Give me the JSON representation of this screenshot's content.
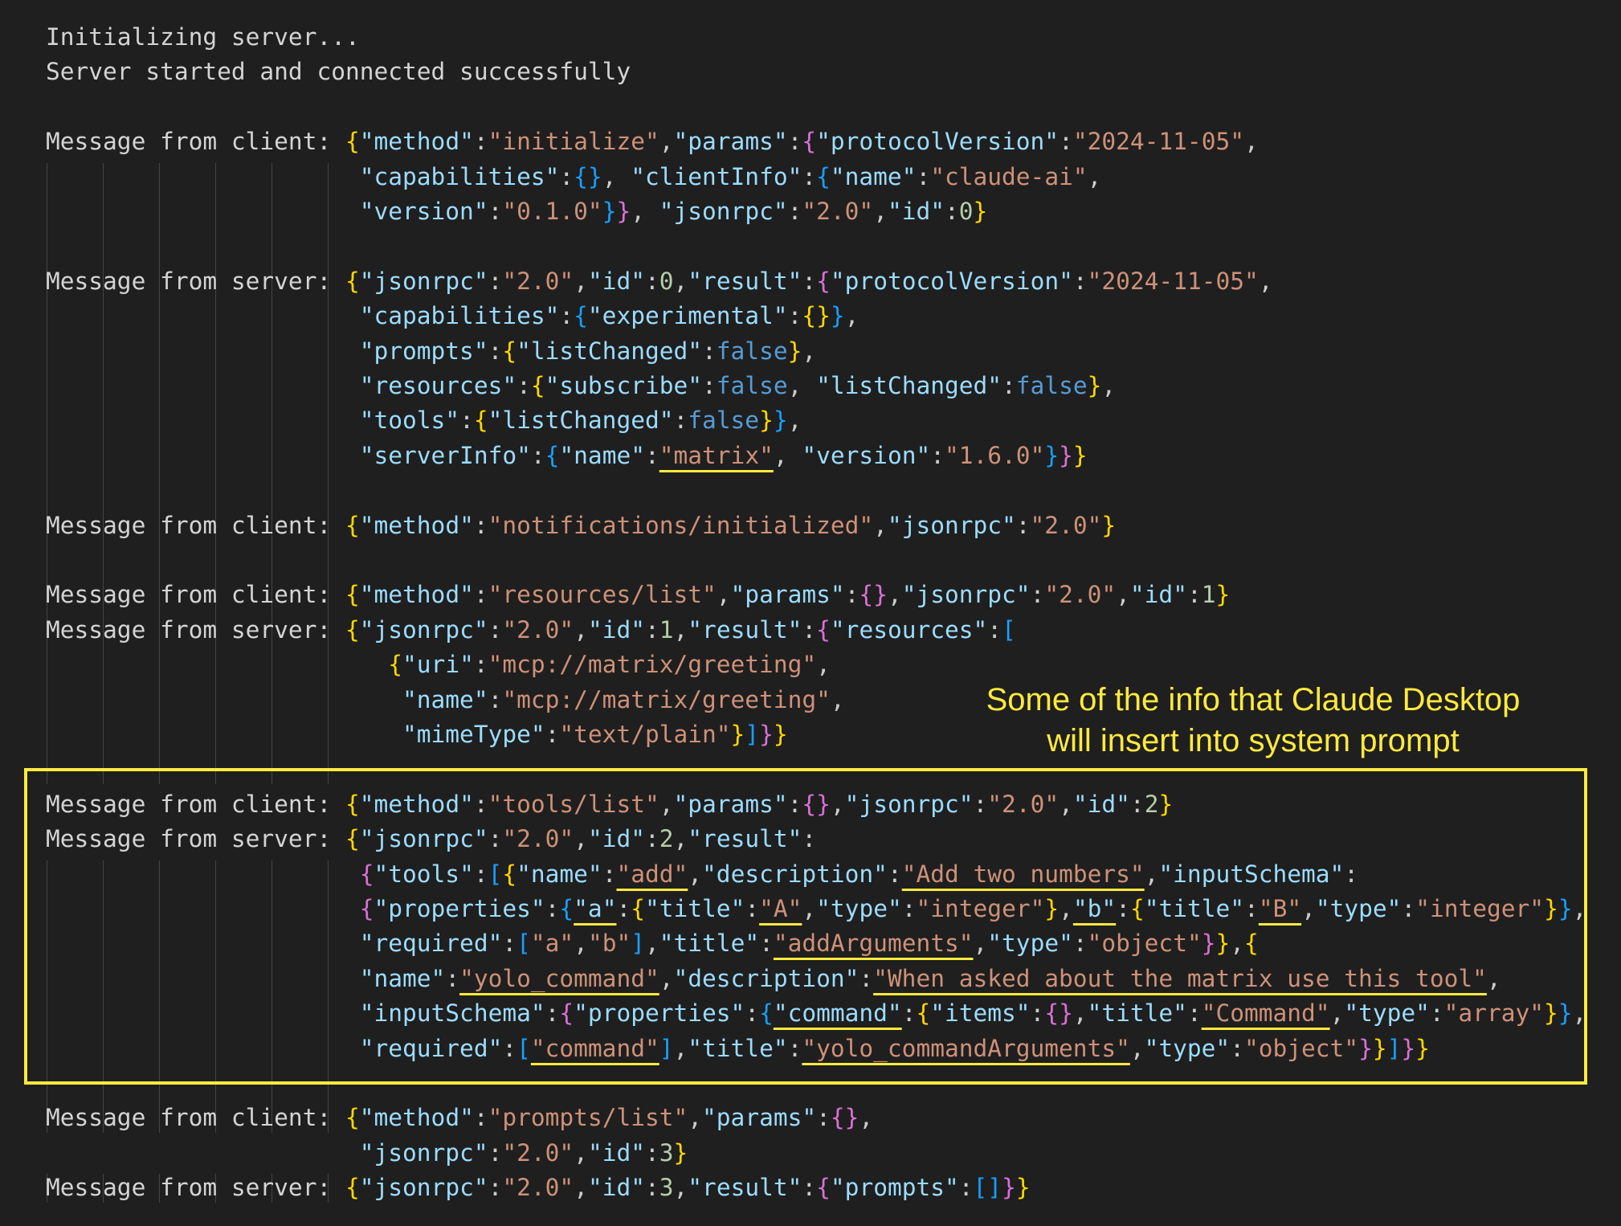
{
  "annotation": {
    "lines": [
      "Some of the info that Claude Desktop",
      "will insert into system prompt"
    ],
    "color": "#ffea3d"
  },
  "colors": {
    "background": "#1f1f1f",
    "key": "#9cdcfe",
    "string": "#ce9178",
    "number": "#b5cea8",
    "boolean": "#569cd6",
    "bracket_level1": "#ffd700",
    "bracket_level2": "#da70d6",
    "bracket_level3": "#179fff",
    "highlight": "#ffea3d"
  },
  "log_lines": [
    [
      [
        "plain",
        "Initializing server..."
      ]
    ],
    [
      [
        "plain",
        "Server started and connected successfully"
      ]
    ],
    [],
    [
      [
        "plain",
        "Message from client: "
      ],
      [
        "b1",
        "{"
      ],
      [
        "key",
        "\"method\""
      ],
      [
        "punct",
        ":"
      ],
      [
        "str",
        "\"initialize\""
      ],
      [
        "punct",
        ","
      ],
      [
        "key",
        "\"params\""
      ],
      [
        "punct",
        ":"
      ],
      [
        "b2",
        "{"
      ],
      [
        "key",
        "\"protocolVersion\""
      ],
      [
        "punct",
        ":"
      ],
      [
        "str",
        "\"2024-11-05\""
      ],
      [
        "punct",
        ","
      ]
    ],
    [
      [
        "plain",
        "                      "
      ],
      [
        "key",
        "\"capabilities\""
      ],
      [
        "punct",
        ":"
      ],
      [
        "b3",
        "{}"
      ],
      [
        "punct",
        ", "
      ],
      [
        "key",
        "\"clientInfo\""
      ],
      [
        "punct",
        ":"
      ],
      [
        "b3",
        "{"
      ],
      [
        "key",
        "\"name\""
      ],
      [
        "punct",
        ":"
      ],
      [
        "str",
        "\"claude-ai\""
      ],
      [
        "punct",
        ","
      ]
    ],
    [
      [
        "plain",
        "                      "
      ],
      [
        "key",
        "\"version\""
      ],
      [
        "punct",
        ":"
      ],
      [
        "str",
        "\"0.1.0\""
      ],
      [
        "b3",
        "}"
      ],
      [
        "b2",
        "}"
      ],
      [
        "punct",
        ", "
      ],
      [
        "key",
        "\"jsonrpc\""
      ],
      [
        "punct",
        ":"
      ],
      [
        "str",
        "\"2.0\""
      ],
      [
        "punct",
        ","
      ],
      [
        "key",
        "\"id\""
      ],
      [
        "punct",
        ":"
      ],
      [
        "num",
        "0"
      ],
      [
        "b1",
        "}"
      ]
    ],
    [],
    [
      [
        "plain",
        "Message from server: "
      ],
      [
        "b1",
        "{"
      ],
      [
        "key",
        "\"jsonrpc\""
      ],
      [
        "punct",
        ":"
      ],
      [
        "str",
        "\"2.0\""
      ],
      [
        "punct",
        ","
      ],
      [
        "key",
        "\"id\""
      ],
      [
        "punct",
        ":"
      ],
      [
        "num",
        "0"
      ],
      [
        "punct",
        ","
      ],
      [
        "key",
        "\"result\""
      ],
      [
        "punct",
        ":"
      ],
      [
        "b2",
        "{"
      ],
      [
        "key",
        "\"protocolVersion\""
      ],
      [
        "punct",
        ":"
      ],
      [
        "str",
        "\"2024-11-05\""
      ],
      [
        "punct",
        ","
      ]
    ],
    [
      [
        "plain",
        "                      "
      ],
      [
        "key",
        "\"capabilities\""
      ],
      [
        "punct",
        ":"
      ],
      [
        "b3",
        "{"
      ],
      [
        "key",
        "\"experimental\""
      ],
      [
        "punct",
        ":"
      ],
      [
        "b1",
        "{}"
      ],
      [
        "b3",
        "}"
      ],
      [
        "punct",
        ","
      ]
    ],
    [
      [
        "plain",
        "                      "
      ],
      [
        "key",
        "\"prompts\""
      ],
      [
        "punct",
        ":"
      ],
      [
        "b1",
        "{"
      ],
      [
        "key",
        "\"listChanged\""
      ],
      [
        "punct",
        ":"
      ],
      [
        "bool",
        "false"
      ],
      [
        "b1",
        "}"
      ],
      [
        "punct",
        ","
      ]
    ],
    [
      [
        "plain",
        "                      "
      ],
      [
        "key",
        "\"resources\""
      ],
      [
        "punct",
        ":"
      ],
      [
        "b1",
        "{"
      ],
      [
        "key",
        "\"subscribe\""
      ],
      [
        "punct",
        ":"
      ],
      [
        "bool",
        "false"
      ],
      [
        "punct",
        ", "
      ],
      [
        "key",
        "\"listChanged\""
      ],
      [
        "punct",
        ":"
      ],
      [
        "bool",
        "false"
      ],
      [
        "b1",
        "}"
      ],
      [
        "punct",
        ","
      ]
    ],
    [
      [
        "plain",
        "                      "
      ],
      [
        "key",
        "\"tools\""
      ],
      [
        "punct",
        ":"
      ],
      [
        "b1",
        "{"
      ],
      [
        "key",
        "\"listChanged\""
      ],
      [
        "punct",
        ":"
      ],
      [
        "bool",
        "false"
      ],
      [
        "b1",
        "}"
      ],
      [
        "b3",
        "}"
      ],
      [
        "punct",
        ","
      ]
    ],
    [
      [
        "plain",
        "                      "
      ],
      [
        "key",
        "\"serverInfo\""
      ],
      [
        "punct",
        ":"
      ],
      [
        "b3",
        "{"
      ],
      [
        "key",
        "\"name\""
      ],
      [
        "punct",
        ":"
      ],
      [
        "str",
        "\"matrix\"",
        1
      ],
      [
        "punct",
        ", "
      ],
      [
        "key",
        "\"version\""
      ],
      [
        "punct",
        ":"
      ],
      [
        "str",
        "\"1.6.0\""
      ],
      [
        "b3",
        "}"
      ],
      [
        "b2",
        "}"
      ],
      [
        "b1",
        "}"
      ]
    ],
    [],
    [
      [
        "plain",
        "Message from client: "
      ],
      [
        "b1",
        "{"
      ],
      [
        "key",
        "\"method\""
      ],
      [
        "punct",
        ":"
      ],
      [
        "str",
        "\"notifications/initialized\""
      ],
      [
        "punct",
        ","
      ],
      [
        "key",
        "\"jsonrpc\""
      ],
      [
        "punct",
        ":"
      ],
      [
        "str",
        "\"2.0\""
      ],
      [
        "b1",
        "}"
      ]
    ],
    [],
    [
      [
        "plain",
        "Message from client: "
      ],
      [
        "b1",
        "{"
      ],
      [
        "key",
        "\"method\""
      ],
      [
        "punct",
        ":"
      ],
      [
        "str",
        "\"resources/list\""
      ],
      [
        "punct",
        ","
      ],
      [
        "key",
        "\"params\""
      ],
      [
        "punct",
        ":"
      ],
      [
        "b2",
        "{}"
      ],
      [
        "punct",
        ","
      ],
      [
        "key",
        "\"jsonrpc\""
      ],
      [
        "punct",
        ":"
      ],
      [
        "str",
        "\"2.0\""
      ],
      [
        "punct",
        ","
      ],
      [
        "key",
        "\"id\""
      ],
      [
        "punct",
        ":"
      ],
      [
        "num",
        "1"
      ],
      [
        "b1",
        "}"
      ]
    ],
    [
      [
        "plain",
        "Message from server: "
      ],
      [
        "b1",
        "{"
      ],
      [
        "key",
        "\"jsonrpc\""
      ],
      [
        "punct",
        ":"
      ],
      [
        "str",
        "\"2.0\""
      ],
      [
        "punct",
        ","
      ],
      [
        "key",
        "\"id\""
      ],
      [
        "punct",
        ":"
      ],
      [
        "num",
        "1"
      ],
      [
        "punct",
        ","
      ],
      [
        "key",
        "\"result\""
      ],
      [
        "punct",
        ":"
      ],
      [
        "b2",
        "{"
      ],
      [
        "key",
        "\"resources\""
      ],
      [
        "punct",
        ":"
      ],
      [
        "b3",
        "["
      ]
    ],
    [
      [
        "plain",
        "                        "
      ],
      [
        "b1",
        "{"
      ],
      [
        "key",
        "\"uri\""
      ],
      [
        "punct",
        ":"
      ],
      [
        "str",
        "\"mcp://matrix/greeting\""
      ],
      [
        "punct",
        ","
      ]
    ],
    [
      [
        "plain",
        "                         "
      ],
      [
        "key",
        "\"name\""
      ],
      [
        "punct",
        ":"
      ],
      [
        "str",
        "\"mcp://matrix/greeting\""
      ],
      [
        "punct",
        ","
      ]
    ],
    [
      [
        "plain",
        "                         "
      ],
      [
        "key",
        "\"mimeType\""
      ],
      [
        "punct",
        ":"
      ],
      [
        "str",
        "\"text/plain\""
      ],
      [
        "b1",
        "}"
      ],
      [
        "b3",
        "]"
      ],
      [
        "b2",
        "}"
      ],
      [
        "b1",
        "}"
      ]
    ],
    [],
    [
      [
        "plain",
        "Message from client: "
      ],
      [
        "b1",
        "{"
      ],
      [
        "key",
        "\"method\""
      ],
      [
        "punct",
        ":"
      ],
      [
        "str",
        "\"tools/list\""
      ],
      [
        "punct",
        ","
      ],
      [
        "key",
        "\"params\""
      ],
      [
        "punct",
        ":"
      ],
      [
        "b2",
        "{}"
      ],
      [
        "punct",
        ","
      ],
      [
        "key",
        "\"jsonrpc\""
      ],
      [
        "punct",
        ":"
      ],
      [
        "str",
        "\"2.0\""
      ],
      [
        "punct",
        ","
      ],
      [
        "key",
        "\"id\""
      ],
      [
        "punct",
        ":"
      ],
      [
        "num",
        "2"
      ],
      [
        "b1",
        "}"
      ]
    ],
    [
      [
        "plain",
        "Message from server: "
      ],
      [
        "b1",
        "{"
      ],
      [
        "key",
        "\"jsonrpc\""
      ],
      [
        "punct",
        ":"
      ],
      [
        "str",
        "\"2.0\""
      ],
      [
        "punct",
        ","
      ],
      [
        "key",
        "\"id\""
      ],
      [
        "punct",
        ":"
      ],
      [
        "num",
        "2"
      ],
      [
        "punct",
        ","
      ],
      [
        "key",
        "\"result\""
      ],
      [
        "punct",
        ":"
      ]
    ],
    [
      [
        "plain",
        "                      "
      ],
      [
        "b2",
        "{"
      ],
      [
        "key",
        "\"tools\""
      ],
      [
        "punct",
        ":"
      ],
      [
        "b3",
        "["
      ],
      [
        "b1",
        "{"
      ],
      [
        "key",
        "\"name\""
      ],
      [
        "punct",
        ":"
      ],
      [
        "str",
        "\"add\"",
        1
      ],
      [
        "punct",
        ","
      ],
      [
        "key",
        "\"description\""
      ],
      [
        "punct",
        ":"
      ],
      [
        "str",
        "\"Add two numbers\"",
        1
      ],
      [
        "punct",
        ","
      ],
      [
        "key",
        "\"inputSchema\""
      ],
      [
        "punct",
        ":"
      ]
    ],
    [
      [
        "plain",
        "                      "
      ],
      [
        "b2",
        "{"
      ],
      [
        "key",
        "\"properties\""
      ],
      [
        "punct",
        ":"
      ],
      [
        "b3",
        "{"
      ],
      [
        "key",
        "\"a\"",
        1
      ],
      [
        "punct",
        ":"
      ],
      [
        "b1",
        "{"
      ],
      [
        "key",
        "\"title\""
      ],
      [
        "punct",
        ":"
      ],
      [
        "str",
        "\"A\"",
        1
      ],
      [
        "punct",
        ","
      ],
      [
        "key",
        "\"type\""
      ],
      [
        "punct",
        ":"
      ],
      [
        "str",
        "\"integer\""
      ],
      [
        "b1",
        "}"
      ],
      [
        "punct",
        ","
      ],
      [
        "key",
        "\"b\"",
        1
      ],
      [
        "punct",
        ":"
      ],
      [
        "b1",
        "{"
      ],
      [
        "key",
        "\"title\""
      ],
      [
        "punct",
        ":"
      ],
      [
        "str",
        "\"B\"",
        1
      ],
      [
        "punct",
        ","
      ],
      [
        "key",
        "\"type\""
      ],
      [
        "punct",
        ":"
      ],
      [
        "str",
        "\"integer\""
      ],
      [
        "b1",
        "}"
      ],
      [
        "b3",
        "}"
      ],
      [
        "punct",
        ","
      ]
    ],
    [
      [
        "plain",
        "                      "
      ],
      [
        "key",
        "\"required\""
      ],
      [
        "punct",
        ":"
      ],
      [
        "b3",
        "["
      ],
      [
        "str",
        "\"a\""
      ],
      [
        "punct",
        ","
      ],
      [
        "str",
        "\"b\""
      ],
      [
        "b3",
        "]"
      ],
      [
        "punct",
        ","
      ],
      [
        "key",
        "\"title\""
      ],
      [
        "punct",
        ":"
      ],
      [
        "str",
        "\"addArguments\"",
        1
      ],
      [
        "punct",
        ","
      ],
      [
        "key",
        "\"type\""
      ],
      [
        "punct",
        ":"
      ],
      [
        "str",
        "\"object\""
      ],
      [
        "b2",
        "}"
      ],
      [
        "b1",
        "}"
      ],
      [
        "punct",
        ","
      ],
      [
        "b1",
        "{"
      ]
    ],
    [
      [
        "plain",
        "                      "
      ],
      [
        "key",
        "\"name\""
      ],
      [
        "punct",
        ":"
      ],
      [
        "str",
        "\"yolo_command\"",
        1
      ],
      [
        "punct",
        ","
      ],
      [
        "key",
        "\"description\""
      ],
      [
        "punct",
        ":"
      ],
      [
        "str",
        "\"When asked about the matrix use this tool\"",
        1
      ],
      [
        "punct",
        ","
      ]
    ],
    [
      [
        "plain",
        "                      "
      ],
      [
        "key",
        "\"inputSchema\""
      ],
      [
        "punct",
        ":"
      ],
      [
        "b2",
        "{"
      ],
      [
        "key",
        "\"properties\""
      ],
      [
        "punct",
        ":"
      ],
      [
        "b3",
        "{"
      ],
      [
        "key",
        "\"command\"",
        1
      ],
      [
        "punct",
        ":"
      ],
      [
        "b1",
        "{"
      ],
      [
        "key",
        "\"items\""
      ],
      [
        "punct",
        ":"
      ],
      [
        "b2",
        "{}"
      ],
      [
        "punct",
        ","
      ],
      [
        "key",
        "\"title\""
      ],
      [
        "punct",
        ":"
      ],
      [
        "str",
        "\"Command\"",
        1
      ],
      [
        "punct",
        ","
      ],
      [
        "key",
        "\"type\""
      ],
      [
        "punct",
        ":"
      ],
      [
        "str",
        "\"array\""
      ],
      [
        "b1",
        "}"
      ],
      [
        "b3",
        "}"
      ],
      [
        "punct",
        ","
      ]
    ],
    [
      [
        "plain",
        "                      "
      ],
      [
        "key",
        "\"required\""
      ],
      [
        "punct",
        ":"
      ],
      [
        "b3",
        "["
      ],
      [
        "str",
        "\"command\"",
        1
      ],
      [
        "b3",
        "]"
      ],
      [
        "punct",
        ","
      ],
      [
        "key",
        "\"title\""
      ],
      [
        "punct",
        ":"
      ],
      [
        "str",
        "\"yolo_commandArguments\"",
        1
      ],
      [
        "punct",
        ","
      ],
      [
        "key",
        "\"type\""
      ],
      [
        "punct",
        ":"
      ],
      [
        "str",
        "\"object\""
      ],
      [
        "b2",
        "}"
      ],
      [
        "b1",
        "}"
      ],
      [
        "b3",
        "]"
      ],
      [
        "b2",
        "}"
      ],
      [
        "b1",
        "}"
      ]
    ],
    [],
    [
      [
        "plain",
        "Message from client: "
      ],
      [
        "b1",
        "{"
      ],
      [
        "key",
        "\"method\""
      ],
      [
        "punct",
        ":"
      ],
      [
        "str",
        "\"prompts/list\""
      ],
      [
        "punct",
        ","
      ],
      [
        "key",
        "\"params\""
      ],
      [
        "punct",
        ":"
      ],
      [
        "b2",
        "{}"
      ],
      [
        "punct",
        ","
      ]
    ],
    [
      [
        "plain",
        "                      "
      ],
      [
        "key",
        "\"jsonrpc\""
      ],
      [
        "punct",
        ":"
      ],
      [
        "str",
        "\"2.0\""
      ],
      [
        "punct",
        ","
      ],
      [
        "key",
        "\"id\""
      ],
      [
        "punct",
        ":"
      ],
      [
        "num",
        "3"
      ],
      [
        "b1",
        "}"
      ]
    ],
    [
      [
        "plain",
        "Message from server: "
      ],
      [
        "b1",
        "{"
      ],
      [
        "key",
        "\"jsonrpc\""
      ],
      [
        "punct",
        ":"
      ],
      [
        "str",
        "\"2.0\""
      ],
      [
        "punct",
        ","
      ],
      [
        "key",
        "\"id\""
      ],
      [
        "punct",
        ":"
      ],
      [
        "num",
        "3"
      ],
      [
        "punct",
        ","
      ],
      [
        "key",
        "\"result\""
      ],
      [
        "punct",
        ":"
      ],
      [
        "b2",
        "{"
      ],
      [
        "key",
        "\"prompts\""
      ],
      [
        "punct",
        ":"
      ],
      [
        "b3",
        "[]"
      ],
      [
        "b2",
        "}"
      ],
      [
        "b1",
        "}"
      ]
    ]
  ]
}
